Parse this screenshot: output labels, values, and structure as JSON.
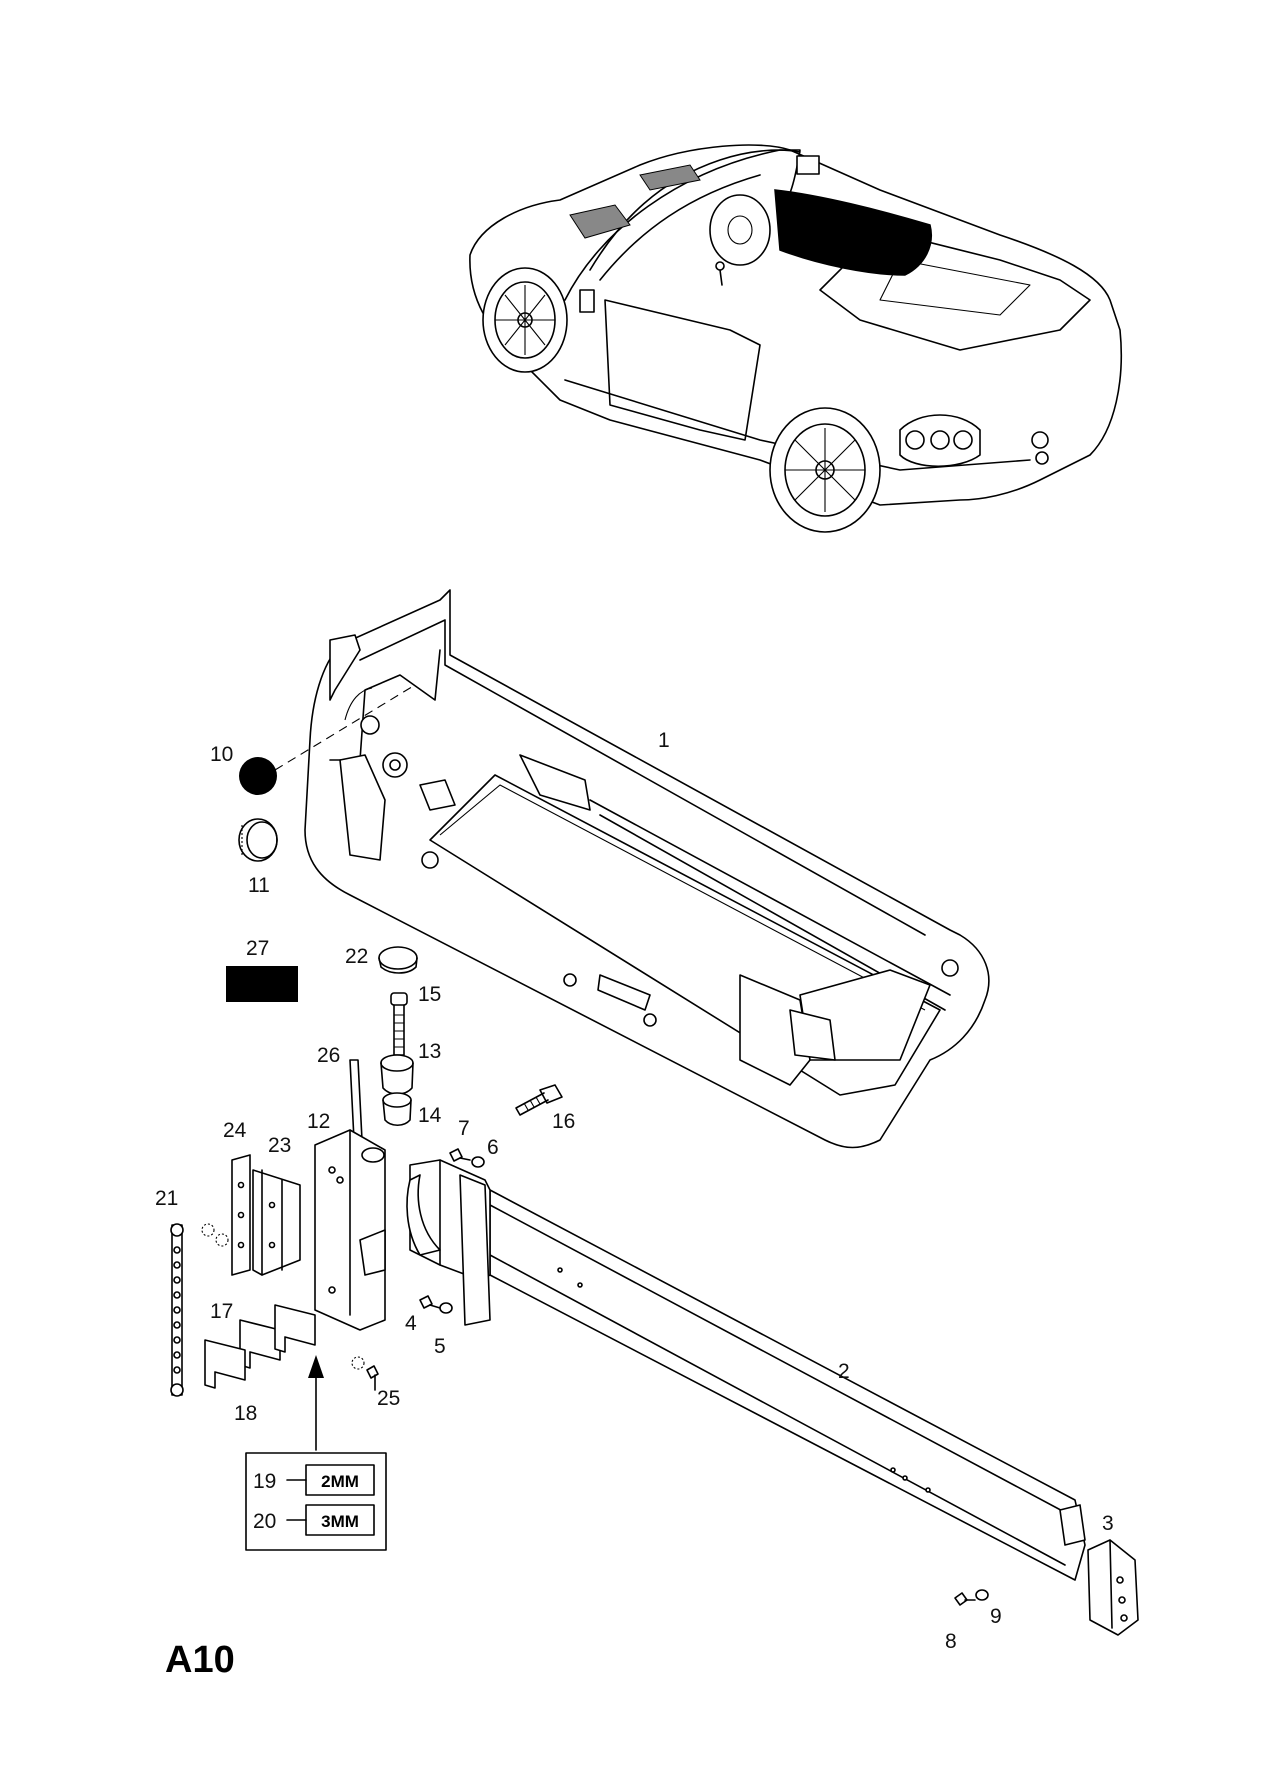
{
  "page_code": "A10",
  "callouts": [
    {
      "id": "1",
      "label": "1"
    },
    {
      "id": "2",
      "label": "2"
    },
    {
      "id": "3",
      "label": "3"
    },
    {
      "id": "4",
      "label": "4"
    },
    {
      "id": "5",
      "label": "5"
    },
    {
      "id": "6",
      "label": "6"
    },
    {
      "id": "7",
      "label": "7"
    },
    {
      "id": "8",
      "label": "8"
    },
    {
      "id": "9",
      "label": "9"
    },
    {
      "id": "10",
      "label": "10"
    },
    {
      "id": "11",
      "label": "11"
    },
    {
      "id": "12",
      "label": "12"
    },
    {
      "id": "13",
      "label": "13"
    },
    {
      "id": "14",
      "label": "14"
    },
    {
      "id": "15",
      "label": "15"
    },
    {
      "id": "16",
      "label": "16"
    },
    {
      "id": "17",
      "label": "17"
    },
    {
      "id": "18",
      "label": "18"
    },
    {
      "id": "21",
      "label": "21"
    },
    {
      "id": "22",
      "label": "22"
    },
    {
      "id": "23",
      "label": "23"
    },
    {
      "id": "24",
      "label": "24"
    },
    {
      "id": "25",
      "label": "25"
    },
    {
      "id": "26",
      "label": "26"
    },
    {
      "id": "27",
      "label": "27"
    }
  ],
  "shim_table": [
    {
      "ref": "19",
      "size": "2MM"
    },
    {
      "ref": "20",
      "size": "3MM"
    }
  ]
}
